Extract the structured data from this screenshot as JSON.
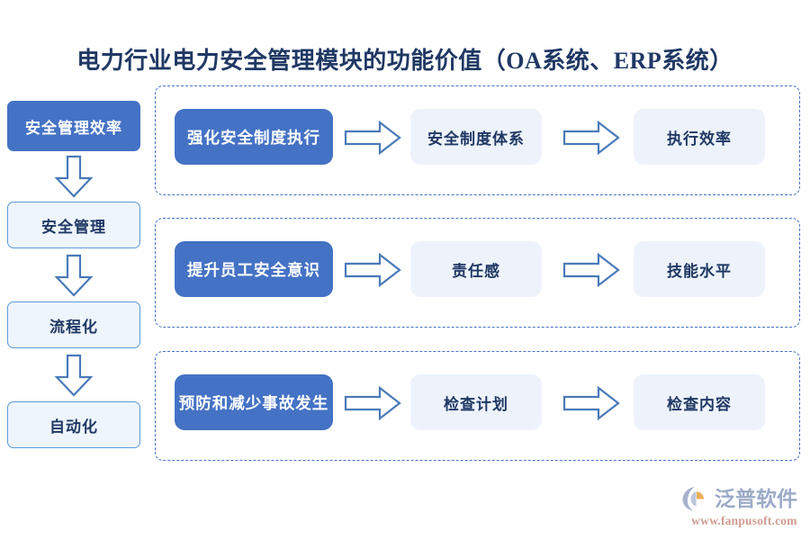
{
  "page": {
    "title": "电力行业电力安全管理模块的功能价值（OA系统、ERP系统）",
    "background_color": "#ffffff"
  },
  "colors": {
    "primary_blue": "#4472c4",
    "soft_blue_fill": "#eef3fb",
    "light_box_fill": "#eff5fd",
    "light_box_border": "#5b9bd5",
    "text_navy": "#1f3864",
    "arrow_stroke": "#4a7ab8",
    "dashed_border": "#4472c4",
    "watermark_name": "#8e9fc0",
    "watermark_url": "#c98f84",
    "watermark_accent_orange": "#e8a33d"
  },
  "left_column": {
    "items": [
      {
        "label": "安全管理效率",
        "style": "primary"
      },
      {
        "label": "安全管理",
        "style": "light"
      },
      {
        "label": "流程化",
        "style": "light"
      },
      {
        "label": "自动化",
        "style": "light"
      }
    ],
    "connector_icon": "arrow-down-icon",
    "connector_count": 3
  },
  "rows": [
    {
      "source": "强化安全制度执行",
      "step1": "安全制度体系",
      "step2": "执行效率",
      "arrow_icon": "arrow-right-icon"
    },
    {
      "source": "提升员工安全意识",
      "step1": "责任感",
      "step2": "技能水平",
      "arrow_icon": "arrow-right-icon"
    },
    {
      "source": "预防和减少事故发生",
      "step1": "检查计划",
      "step2": "检查内容",
      "arrow_icon": "arrow-right-icon"
    }
  ],
  "watermark": {
    "logo_icon": "fanpu-logo-icon",
    "brand": "泛普软件",
    "url": "www.fanpusoft.com"
  }
}
